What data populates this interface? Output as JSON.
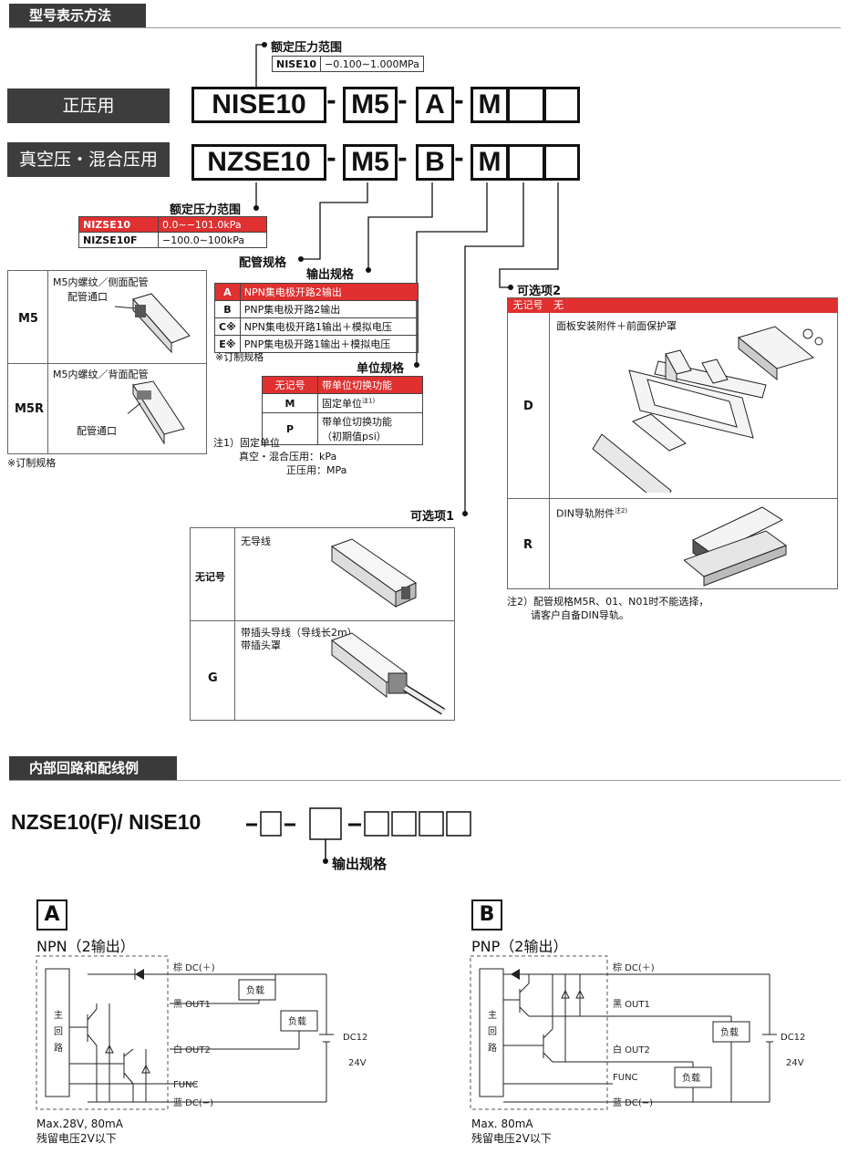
{
  "section1": {
    "title": "型号表示方法"
  },
  "modes": {
    "positive": "正压用",
    "vacuum": "真空压・混合压用"
  },
  "row1": {
    "base": "NISE10",
    "port": "M5",
    "output": "A",
    "unit": "M",
    "dash": "-"
  },
  "row2": {
    "base": "NZSE10",
    "port": "M5",
    "output": "B",
    "unit": "M",
    "dash": "-"
  },
  "pressure_top": {
    "label": "额定压力范围",
    "rows": [
      {
        "code": "NISE10",
        "range": "−0.100∼1.000MPa"
      }
    ]
  },
  "pressure_bottom": {
    "label": "额定压力范围",
    "rows": [
      {
        "code": "NIZSE10",
        "range": "0.0∼−101.0kPa"
      },
      {
        "code": "NIZSE10F",
        "range": "−100.0∼100kPa"
      }
    ]
  },
  "port_spec": {
    "label": "配管规格",
    "rows": [
      {
        "code": "M5",
        "desc": "M5内螺纹／侧面配管",
        "port": "配管通口"
      },
      {
        "code": "M5R",
        "desc": "M5内螺纹／背面配管",
        "port": "配管通口"
      }
    ],
    "note": "※订制规格"
  },
  "output_spec": {
    "label": "输出规格",
    "rows": [
      {
        "code": "A",
        "desc": "NPN集电极开路2输出"
      },
      {
        "code": "B",
        "desc": "PNP集电极开路2输出"
      },
      {
        "code": "C※",
        "desc": "NPN集电极开路1输出＋模拟电压"
      },
      {
        "code": "E※",
        "desc": "PNP集电极开路1输出＋模拟电压"
      }
    ],
    "note": "※订制规格"
  },
  "unit_spec": {
    "label": "单位规格",
    "rows": [
      {
        "code": "无记号",
        "desc": "带单位切换功能"
      },
      {
        "code": "M",
        "desc": "固定单位",
        "sup": "注1)"
      },
      {
        "code": "P",
        "desc": "带单位切换功能",
        "desc2": "（初期值psi）"
      }
    ],
    "note1": "注1）固定单位",
    "note2": "真空・混合压用：kPa",
    "note3": "正压用：MPa"
  },
  "option1": {
    "label": "可选项1",
    "rows": [
      {
        "code": "无记号",
        "desc": "无导线"
      },
      {
        "code": "G",
        "desc": "带插头导线（导线长2m）",
        "desc2": "带插头罩"
      }
    ]
  },
  "option2": {
    "label": "可选项2",
    "header_code": "无记号",
    "header_desc": "无",
    "rows": [
      {
        "code": "D",
        "desc": "面板安装附件＋前面保护罩"
      },
      {
        "code": "R",
        "desc": "DIN导轨附件",
        "sup": "注2)"
      }
    ],
    "note1": "注2）配管规格M5R、01、N01时不能选择，",
    "note2": "请客户自备DIN导轨。"
  },
  "section2": {
    "title": "内部回路和配线例"
  },
  "circuit_model": {
    "text": "NZSE10(F)/ NISE10",
    "callout": "输出规格"
  },
  "circuit_a": {
    "letter": "A",
    "title": "NPN（2输出）",
    "main": [
      "主",
      "回",
      "路"
    ],
    "wires": [
      "棕 DC(＋)",
      "黑 OUT1",
      "白 OUT2",
      "FUNC",
      "蓝 DC(−)"
    ],
    "load": "负载",
    "supply": [
      "DC12",
      "24V"
    ],
    "spec1": "Max.28V, 80mA",
    "spec2": "残留电压2V以下"
  },
  "circuit_b": {
    "letter": "B",
    "title": "PNP（2输出）",
    "main": [
      "主",
      "回",
      "路"
    ],
    "wires": [
      "棕 DC(＋)",
      "黑 OUT1",
      "白 OUT2",
      "FUNC",
      "蓝 DC(−)"
    ],
    "load": "负载",
    "supply": [
      "DC12",
      "24V"
    ],
    "spec1": "Max. 80mA",
    "spec2": "残留电压2V以下"
  },
  "colors": {
    "red": "#e03030",
    "dark": "#3d3d3d"
  }
}
